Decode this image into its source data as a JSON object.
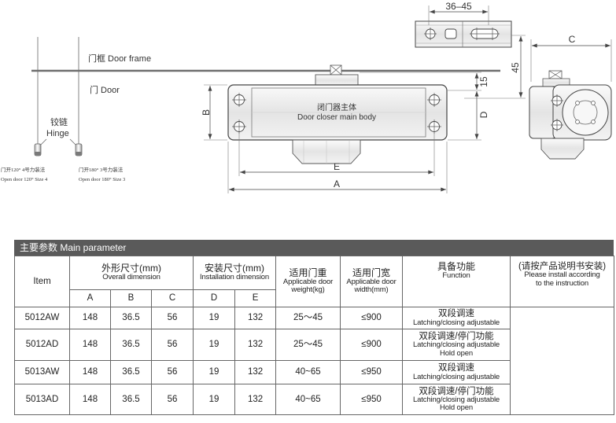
{
  "drawing": {
    "frame_label": "门框 Door frame",
    "door_label": "门 Door",
    "hinge_label_cn": "铰链",
    "hinge_label_en": "Hinge",
    "hinge_left_caption_cn": "门开120° 4号力装法",
    "hinge_left_caption_en": "Open door 120° Size 4",
    "hinge_right_caption_cn": "门开180° 3号力装法",
    "hinge_right_caption_en": "Open door 180° Size 3",
    "body_label_cn": "闭门器主体",
    "body_label_en": "Door closer main body",
    "dims": {
      "a": "A",
      "b": "B",
      "c": "C",
      "d": "D",
      "e": "E",
      "d15": "15",
      "d45": "45",
      "arm": "36–45"
    }
  },
  "table": {
    "title": "主要参数 Main parameter",
    "headers": {
      "item": "Item",
      "overall_cn": "外形尺寸(mm)",
      "overall_en": "Overall dimension",
      "install_dim_cn": "安装尺寸(mm)",
      "install_dim_en": "Installation dimension",
      "weight_cn": "适用门重",
      "weight_en_1": "Applicable door",
      "weight_en_2": "weight(kg)",
      "width_cn": "适用门宽",
      "width_en_1": "Applicable door",
      "width_en_2": "width(mm)",
      "function_cn": "具备功能",
      "function_en": "Function",
      "instruction_cn": "(请按产品说明书安装)",
      "instruction_en_1": "Please install according",
      "instruction_en_2": "to the instruction",
      "sub": [
        "A",
        "B",
        "C",
        "D",
        "E"
      ]
    },
    "rows": [
      {
        "item": "5012AW",
        "a": "148",
        "b": "36.5",
        "c": "56",
        "d": "19",
        "e": "132",
        "weight": "25～45",
        "width": "≤900",
        "function_cn": "双段调速",
        "function_en": "Latching/closing adjustable"
      },
      {
        "item": "5012AD",
        "a": "148",
        "b": "36.5",
        "c": "56",
        "d": "19",
        "e": "132",
        "weight": "25～45",
        "width": "≤900",
        "function_cn": "双段调速/停门功能",
        "function_en": "Latching/closing adjustable",
        "function_extra": "Hold open"
      },
      {
        "item": "5013AW",
        "a": "148",
        "b": "36.5",
        "c": "56",
        "d": "19",
        "e": "132",
        "weight": "40~65",
        "width": "≤950",
        "function_cn": "双段调速",
        "function_en": "Latching/closing adjustable"
      },
      {
        "item": "5013AD",
        "a": "148",
        "b": "36.5",
        "c": "56",
        "d": "19",
        "e": "132",
        "weight": "40~65",
        "width": "≤950",
        "function_cn": "双段调速/停门功能",
        "function_en": "Latching/closing adjustable",
        "function_extra": "Hold open"
      }
    ]
  }
}
